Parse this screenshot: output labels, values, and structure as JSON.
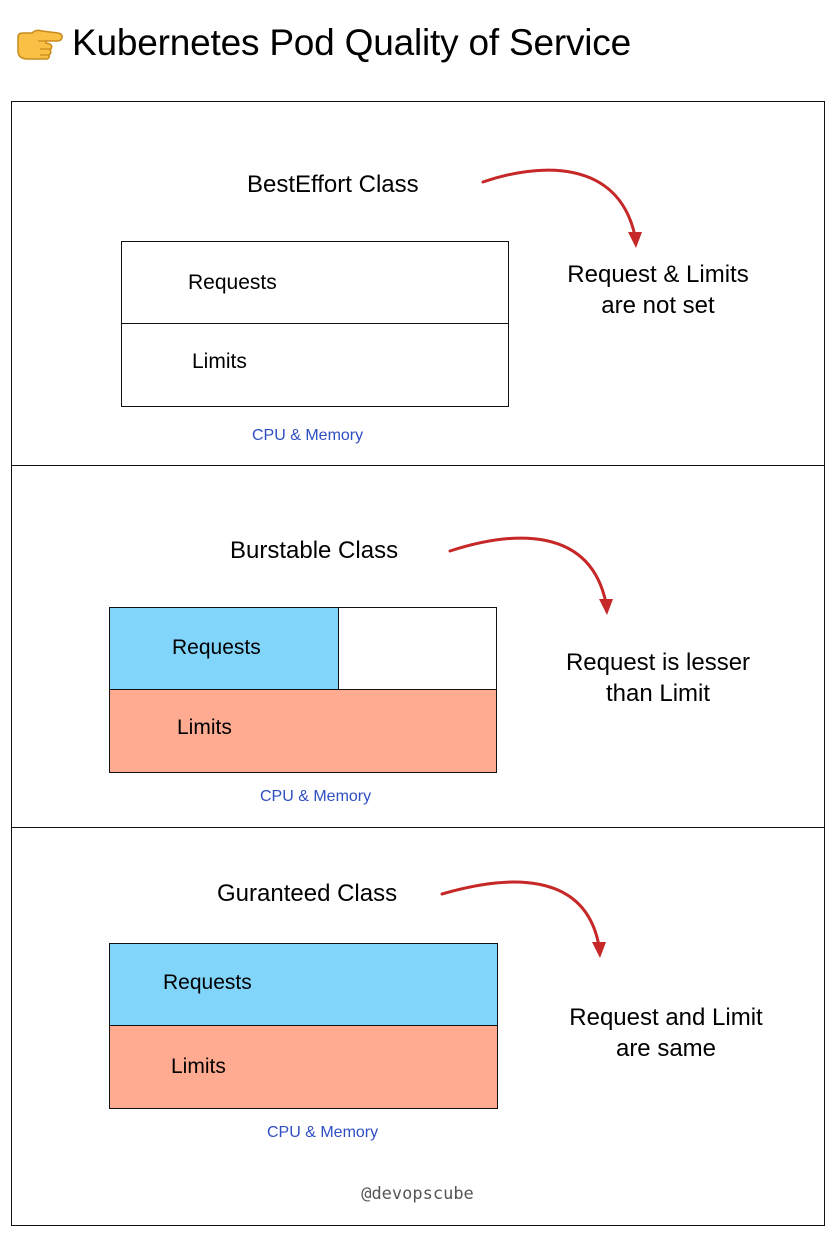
{
  "header": {
    "icon": "pointing-hand-icon",
    "title": "Kubernetes Pod Quality of Service"
  },
  "sections": [
    {
      "class_title": "BestEffort Class",
      "requests_label": "Requests",
      "limits_label": "Limits",
      "caption": "CPU & Memory",
      "note_line1": "Request & Limits",
      "note_line2": "are not set"
    },
    {
      "class_title": "Burstable Class",
      "requests_label": "Requests",
      "limits_label": "Limits",
      "caption": "CPU & Memory",
      "note_line1": "Request is lesser",
      "note_line2": "than Limit"
    },
    {
      "class_title": "Guranteed Class",
      "requests_label": "Requests",
      "limits_label": "Limits",
      "caption": "CPU & Memory",
      "note_line1": "Request and Limit",
      "note_line2": "are same"
    }
  ],
  "footer": {
    "handle": "@devopscube"
  },
  "colors": {
    "requests_fill": "#81d4fa",
    "limits_fill": "#ffab91",
    "arrow": "#c62828",
    "caption": "#2f4ec2"
  }
}
